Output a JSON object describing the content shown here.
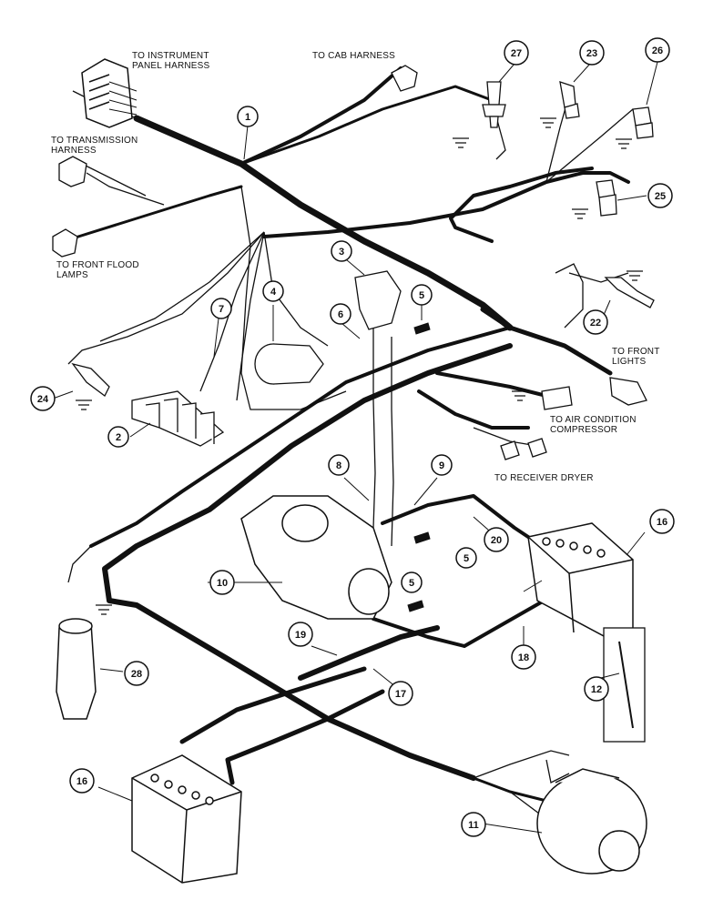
{
  "labels": {
    "to_instrument_panel_harness": "TO INSTRUMENT\nPANEL HARNESS",
    "to_cab_harness": "TO CAB HARNESS",
    "to_transmission_harness": "TO TRANSMISSION\nHARNESS",
    "to_front_flood_lamps": "TO FRONT FLOOD\nLAMPS",
    "to_front_lights": "TO FRONT\nLIGHTS",
    "to_air_condition_compressor": "TO AIR CONDITION\nCOMPRESSOR",
    "to_receiver_dryer": "TO RECEIVER DRYER"
  },
  "callouts": [
    "1",
    "2",
    "3",
    "4",
    "5",
    "5",
    "5",
    "6",
    "7",
    "8",
    "9",
    "10",
    "11",
    "12",
    "16",
    "16",
    "17",
    "18",
    "19",
    "20",
    "22",
    "23",
    "24",
    "25",
    "26",
    "27",
    "28"
  ]
}
